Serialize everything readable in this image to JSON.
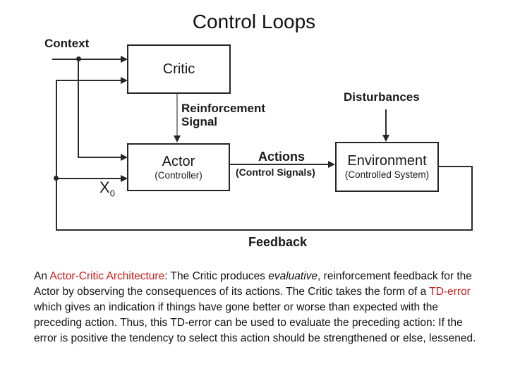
{
  "title": "Control Loops",
  "diagram": {
    "boxes": {
      "critic": {
        "title": "Critic"
      },
      "actor": {
        "title": "Actor",
        "subtitle": "(Controller)"
      },
      "environment": {
        "title": "Environment",
        "subtitle": "(Controlled System)"
      }
    },
    "labels": {
      "context": "Context",
      "disturbances": "Disturbances",
      "reinforcement_line1": "Reinforcement",
      "reinforcement_line2": "Signal",
      "actions": "Actions",
      "actions_sub": "(Control Signals)",
      "feedback": "Feedback",
      "x0_base": "X",
      "x0_sub": "0"
    }
  },
  "paragraph": {
    "part1": "An ",
    "red1": "Actor-Critic Architecture",
    "part2": ": The Critic produces ",
    "italic1": "evaluative",
    "part3": ", reinforcement feedback for the Actor by observing the consequences of its actions. The Critic takes the form of a ",
    "red2": "TD-error",
    "part4": " which gives an indication if things have gone better or worse than expected with the preceding action. Thus, this TD-error can be used to evaluate the preceding action: If the error is positive the tendency to select this action should be strengthened or else, lessened."
  },
  "colors": {
    "accent_red": "#cc1a1a",
    "line": "#2b2b2b",
    "reinforcement_line": "#8a8a8a",
    "background": "#ffffff"
  }
}
